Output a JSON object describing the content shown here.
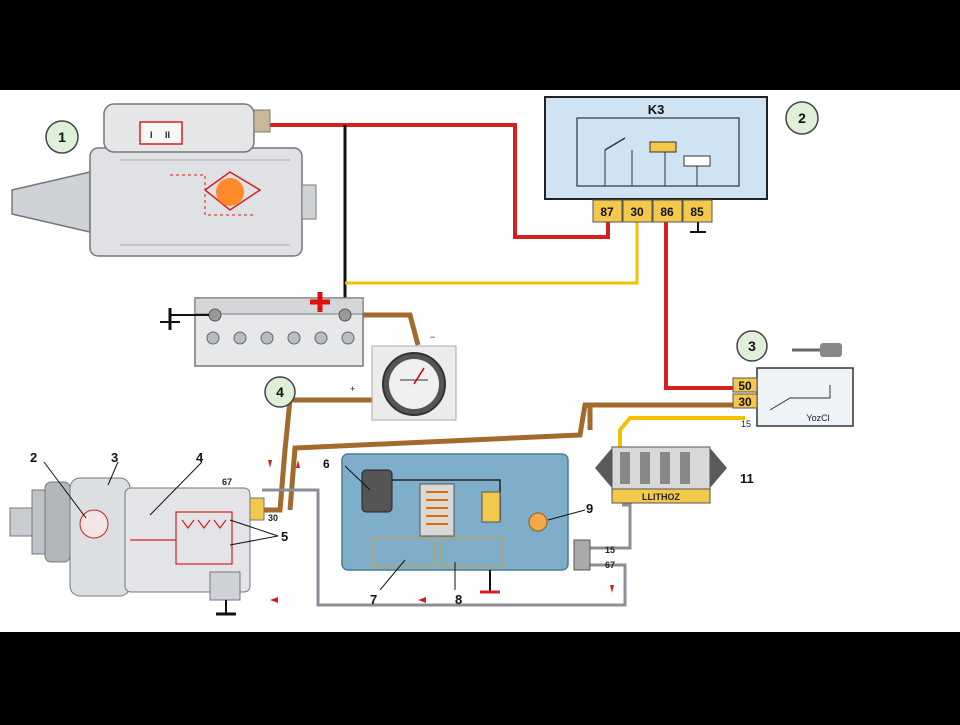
{
  "diagram": {
    "relay": {
      "title": "K3",
      "terminals": [
        "87",
        "30",
        "86",
        "85"
      ],
      "number": "2"
    },
    "ignition_switch": {
      "number": "3",
      "terminals": [
        "50",
        "30"
      ],
      "label": "YozCl",
      "handwritten_mark": "15"
    },
    "starter": {
      "number": "1"
    },
    "ammeter_number": "4",
    "ammeter_signs": {
      "plus": "+",
      "minus": "−"
    },
    "generator": {
      "callouts": [
        "2",
        "3",
        "4",
        "5"
      ],
      "terminal_67": "67",
      "terminal_30": "30"
    },
    "regulator": {
      "callouts": [
        "6",
        "7",
        "8",
        "9"
      ],
      "terminal_15": "15",
      "terminal_67": "67"
    },
    "fuse_box": {
      "number": "11",
      "label": "LLITHOZ"
    },
    "colors": {
      "red_wire": "#d62020",
      "black_wire": "#111111",
      "yellow_wire": "#f2c200",
      "brown_wire": "#a26a2c",
      "gray_wire": "#8a8f97",
      "relay_bg": "#cfe3f2",
      "relay_terminal": "#f3c94b",
      "regulator_bg": "#7eaec9"
    }
  }
}
